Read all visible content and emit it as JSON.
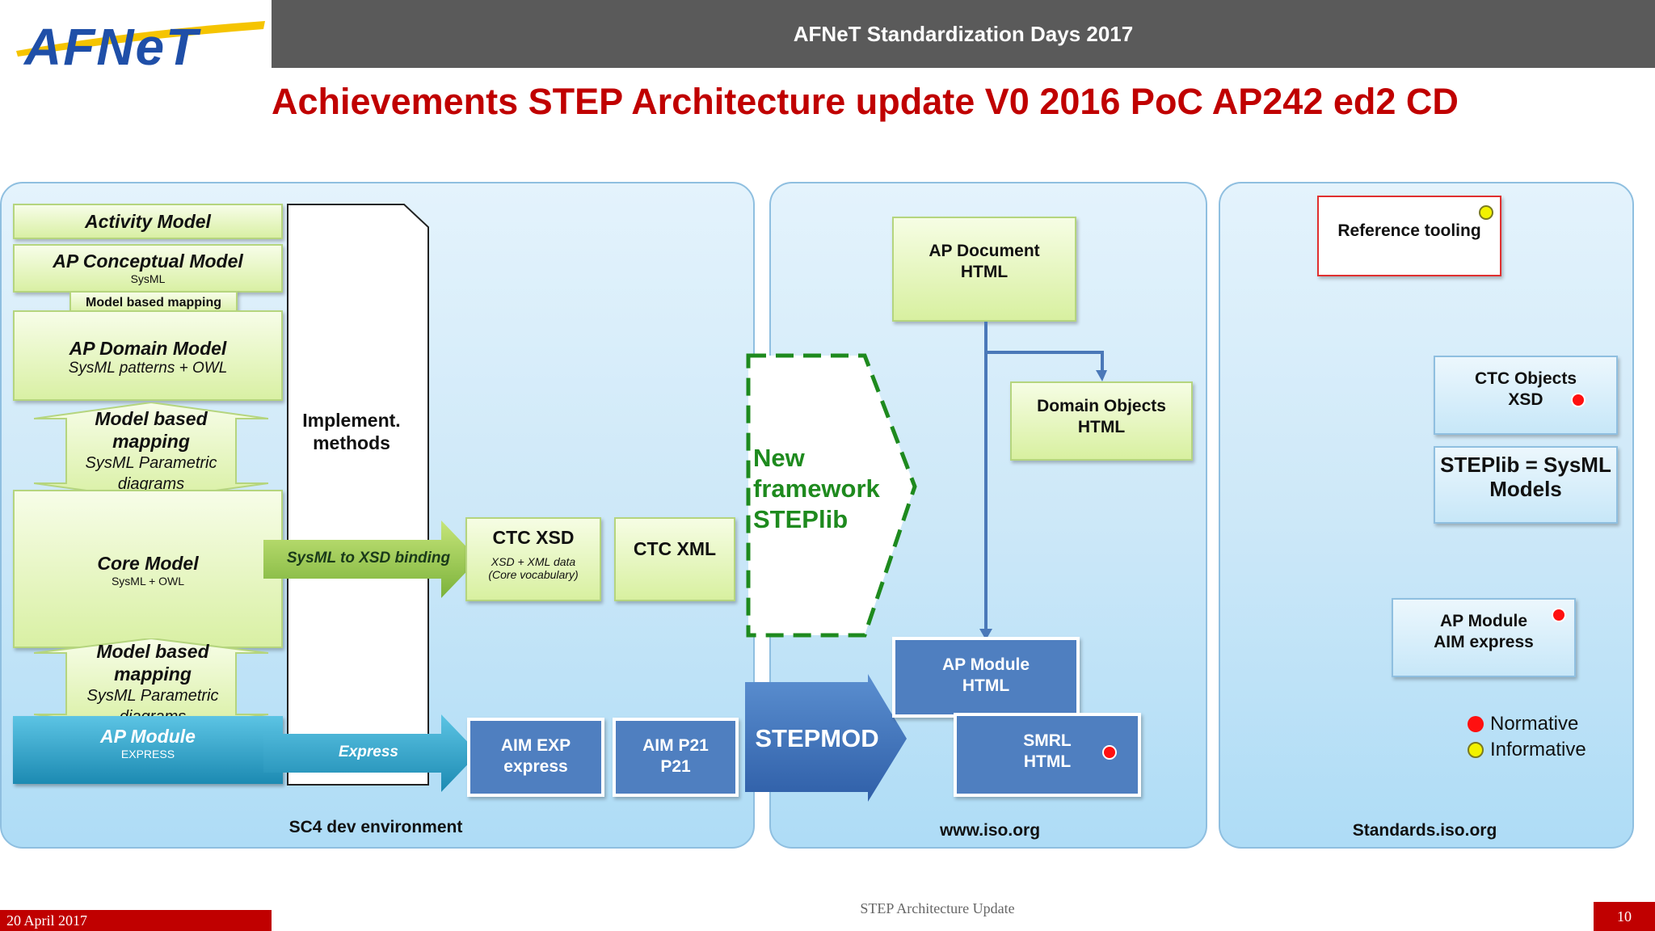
{
  "header": {
    "logo_text": "AFNeT",
    "event": "AFNeT Standardization Days 2017"
  },
  "title": "Achievements  STEP Architecture update V0 2016 PoC AP242 ed2 CD",
  "colors": {
    "title_red": "#c00000",
    "header_gray": "#5a5a5a",
    "new_framework_green": "#1e8a1e",
    "module_blue": "#4f7fc0"
  },
  "left_panel": {
    "activity_model": "Activity Model",
    "ap_conceptual_model": "AP Conceptual Model",
    "ap_conceptual_sub": "SysML",
    "model_based_mapping_small": "Model based mapping",
    "ap_domain_model": "AP Domain Model",
    "ap_domain_sub": "SysML patterns + OWL",
    "mapping1_title": "Model based mapping",
    "mapping1_sub": "SysML Parametric diagrams",
    "core_model": "Core Model",
    "core_model_sub": "SysML + OWL",
    "mapping2_title": "Model based mapping",
    "mapping2_sub": "SysML Parametric diagrams",
    "ap_module": "AP Module",
    "ap_module_sub": "EXPRESS",
    "implement_methods": "Implement. methods",
    "sysml_xsd_binding": "SysML to XSD binding",
    "express_arrow": "Express",
    "ctc_xsd": "CTC XSD",
    "ctc_xsd_sub1": "XSD + XML data",
    "ctc_xsd_sub2": "(Core vocabulary)",
    "ctc_xml": "CTC XML",
    "aim_exp": "AIM EXP express",
    "aim_p21": "AIM P21 P21",
    "footer": "SC4 dev environment"
  },
  "middle_panel": {
    "ap_document": "AP Document HTML",
    "domain_objects": "Domain Objects HTML",
    "new_framework": "New framework STEPlib",
    "stepmod": "STEPMOD",
    "ap_module_html": "AP Module HTML",
    "smrl_html": "SMRL HTML",
    "footer": "www.iso.org"
  },
  "right_panel": {
    "reference_tooling": "Reference tooling",
    "ctc_objects": "CTC Objects XSD",
    "steplib_sysml": "STEPlib = SysML Models",
    "ap_module_aim": "AP Module AIM express",
    "legend_normative": "Normative",
    "legend_informative": "Informative",
    "footer": "Standards.iso.org"
  },
  "footer": {
    "date": "20 April 2017",
    "center": "STEP Architecture Update",
    "page": "10"
  }
}
